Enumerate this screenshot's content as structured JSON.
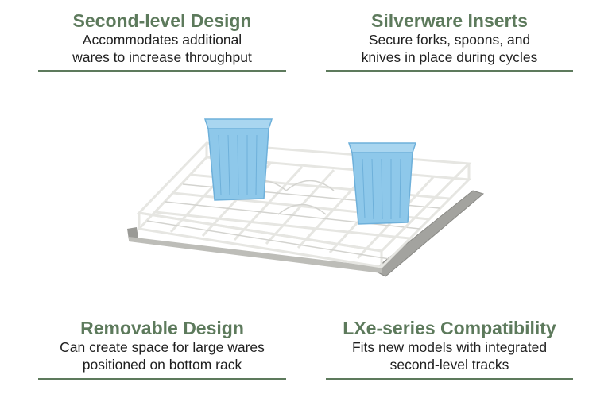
{
  "features": {
    "top_left": {
      "title": "Second-level Design",
      "line1": "Accommodates additional",
      "line2": "wares to increase throughput"
    },
    "top_right": {
      "title": "Silverware Inserts",
      "line1": "Secure forks, spoons, and",
      "line2": "knives in place during cycles"
    },
    "bottom_left": {
      "title": "Removable Design",
      "line1": "Can create space for large wares",
      "line2": "positioned on bottom rack"
    },
    "bottom_right": {
      "title": "LXe-series Compatibility",
      "line1": "Fits new models with integrated",
      "line2": "second-level tracks"
    }
  },
  "colors": {
    "accent": "#5d7a5c",
    "text": "#1f1f1f",
    "basket": "#8ec8ea",
    "rack_wire": "#e9e9e6",
    "rail": "#9a9a96"
  }
}
